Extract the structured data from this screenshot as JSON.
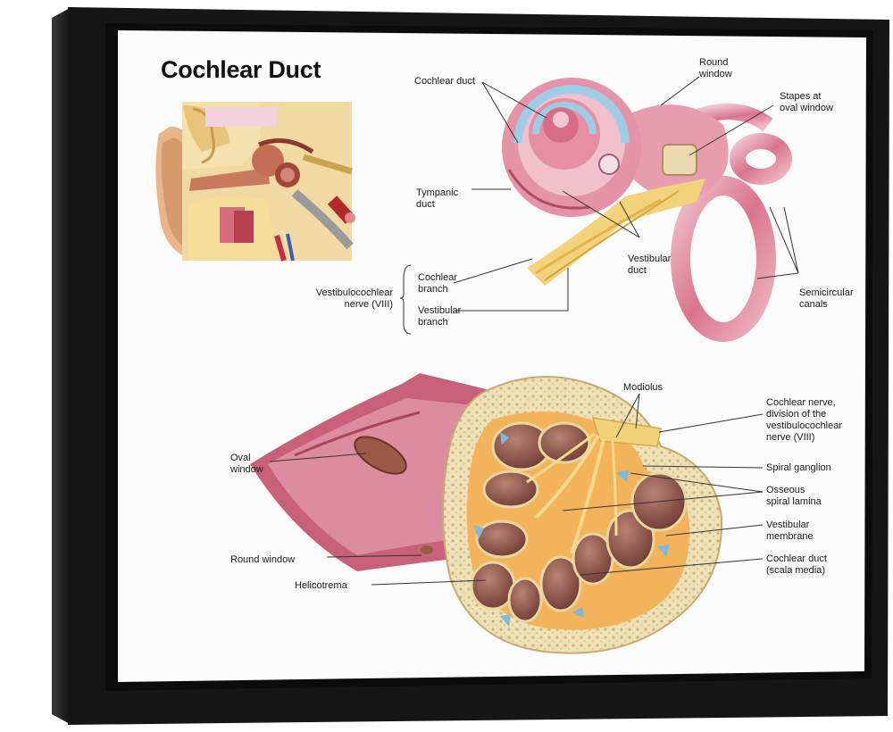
{
  "title": "Cochlear Duct",
  "labels": {
    "cochlear_duct": "Cochlear duct",
    "round_window_top": "Round\nwindow",
    "stapes": "Stapes at\noval window",
    "tympanic_duct": "Tympanic\nduct",
    "vestibular_duct": "Vestibular\nduct",
    "semicircular": "Semicircular\ncanals",
    "nerve": "Vestibulocochlear\nnerve (VIII)",
    "cochlear_branch": "Cochlear\nbranch",
    "vestibular_branch": "Vestibular\nbranch",
    "modiolus": "Modiolus",
    "cochlear_nerve_div": "Cochlear nerve,\ndivision of the\nvestibulocochlear\nnerve (VIII)",
    "spiral_ganglion": "Spiral ganglion",
    "osseous": "Osseous\nspiral lamina",
    "vestibular_membrane": "Vestibular\nmembrane",
    "scala_media": "Cochlear duct\n(scala media)",
    "oval_window": "Oval\nwindow",
    "round_window_bottom": "Round window",
    "helicotrema": "Helicotrema"
  },
  "colors": {
    "frame": "#1b1b1b",
    "canvas": "#fbfbfb",
    "tissue_pink": "#e89aae",
    "tissue_dark": "#a8455f",
    "bone": "#efe2b8",
    "nerve": "#f1d27a",
    "fluid_blue": "#8fc3e0",
    "chamber": "#9a5a4e"
  }
}
